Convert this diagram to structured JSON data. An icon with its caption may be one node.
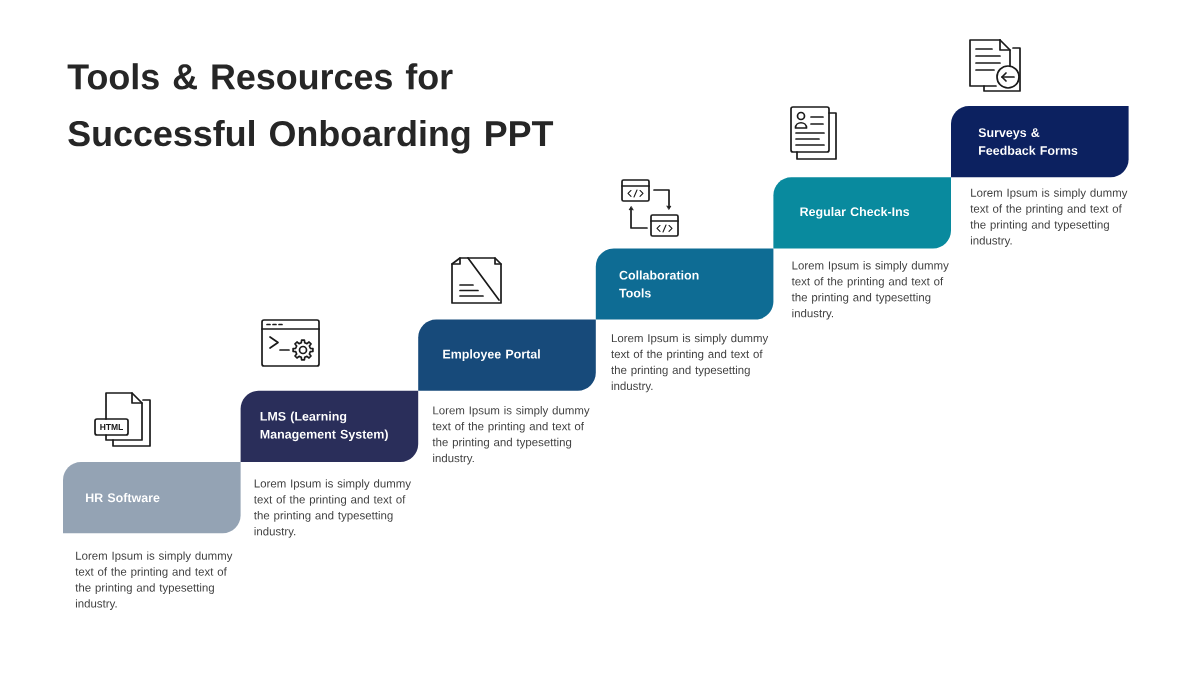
{
  "diagram": {
    "title": "Tools & Resources for Successful Onboarding PPT",
    "nodes": [
      {
        "text": [
          "HR Software"
        ],
        "beside": [
          "Lorem Ipsum is simply dummy text of the printing and text of the printing and typesetting industry."
        ]
      },
      {
        "text": [
          "LMS (Learning Management System)"
        ],
        "beside": [
          "Lorem Ipsum is simply dummy text of the printing and text of the printing and typesetting industry."
        ]
      },
      {
        "text": [
          "Employee Portal"
        ],
        "beside": [
          "Lorem Ipsum is simply dummy text of the printing and text of the printing and typesetting industry."
        ]
      },
      {
        "text": [
          "Collaboration Tools"
        ],
        "beside": [
          "Lorem Ipsum is simply dummy text of the printing and text of the printing and typesetting industry."
        ]
      },
      {
        "text": [
          "Regular Check-Ins"
        ],
        "beside": [
          "Lorem Ipsum is simply dummy text of the printing and text of the printing and typesetting industry."
        ]
      },
      {
        "text": [
          "Surveys & Feedback Forms"
        ],
        "beside": [
          "Lorem Ipsum is simply dummy text of the printing and text of the printing and typesetting industry."
        ]
      }
    ],
    "labels": [
      "HTML"
    ]
  }
}
